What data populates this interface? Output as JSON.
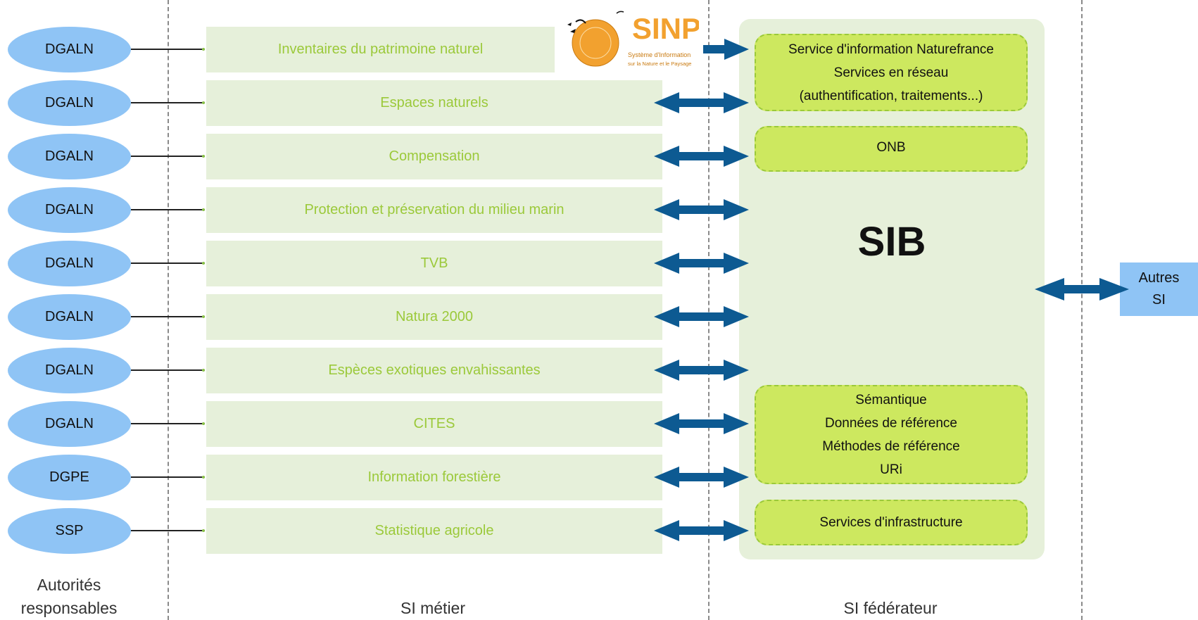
{
  "authorities": [
    "DGALN",
    "DGALN",
    "DGALN",
    "DGALN",
    "DGALN",
    "DGALN",
    "DGALN",
    "DGALN",
    "DGPE",
    "SSP"
  ],
  "si_metier": [
    "Inventaires du patrimoine naturel",
    "Espaces naturels",
    "Compensation",
    "Protection et préservation du milieu marin",
    "TVB",
    "Natura 2000",
    "Espèces exotiques envahissantes",
    "CITES",
    "Information forestière",
    "Statistique agricole"
  ],
  "sib": {
    "title": "SIB",
    "box1": [
      "Service d'information Naturefrance",
      "Services en réseau",
      "(authentification, traitements...)"
    ],
    "box2": [
      "ONB"
    ],
    "box3": [
      "Sémantique",
      "Données de référence",
      "Méthodes de référence",
      "URi"
    ],
    "box4": [
      "Services d'infrastructure"
    ]
  },
  "autres": {
    "line1": "Autres",
    "line2": "SI"
  },
  "logo": {
    "name": "SINP",
    "subtitle1": "Système d'Information",
    "subtitle2": "sur la Nature et le Paysage"
  },
  "columns": {
    "col1_line1": "Autorités",
    "col1_line2": "responsables",
    "col2": "SI métier",
    "col3": "SI fédérateur"
  },
  "colors": {
    "authority": "#8fc4f5",
    "si_box": "#e6f0da",
    "si_text": "#9bc93a",
    "green_box": "#cde85f",
    "arrow": "#0d5a92",
    "logo_orange": "#f2a12f"
  }
}
